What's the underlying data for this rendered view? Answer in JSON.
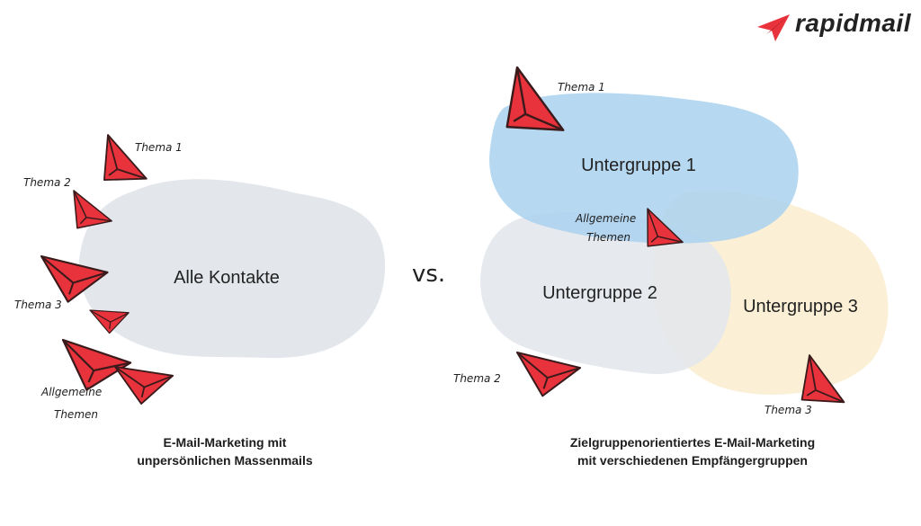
{
  "logo": {
    "text": "rapidmail",
    "color": "#e8323c"
  },
  "left": {
    "blob_label": "Alle Kontakte",
    "topics": [
      "Thema 1",
      "Thema 2",
      "Thema 3"
    ],
    "general_line1": "Allgemeine",
    "general_line2": "Themen",
    "caption_line1": "E-Mail-Marketing mit",
    "caption_line2": "unpersönlichen Massenmails",
    "blob_color": "#e3e7ec"
  },
  "vs": "vs.",
  "right": {
    "group1": "Untergruppe 1",
    "group2": "Untergruppe 2",
    "group3": "Untergruppe 3",
    "topic1": "Thema 1",
    "topic2": "Thema 2",
    "topic3": "Thema 3",
    "general_line1": "Allgemeine",
    "general_line2": "Themen",
    "caption_line1": "Zielgruppenorientiertes E-Mail-Marketing",
    "caption_line2": "mit verschiedenen Empfängergruppen",
    "colors": {
      "group1": "#a9d1ee",
      "group2": "#e3e7ec",
      "group3": "#fbeed3",
      "plane": "#e8323c"
    }
  }
}
